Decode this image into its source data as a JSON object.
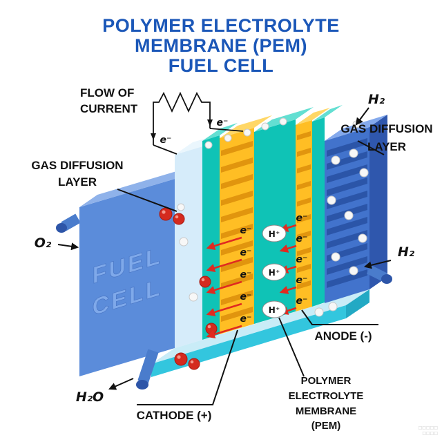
{
  "title": {
    "line1": "POLYMER ELECTROLYTE",
    "line2": "MEMBRANE (PEM)",
    "line3": "FUEL CELL"
  },
  "labels": {
    "flow_of_current_line1": "FLOW OF",
    "flow_of_current_line2": "CURRENT",
    "gas_diffusion_line1": "GAS DIFFUSION",
    "gas_diffusion_line2": "LAYER",
    "hydrogen": "H₂",
    "oxygen": "O₂",
    "water": "H₂O",
    "cathode": "CATHODE (+)",
    "anode": "ANODE (-)",
    "pem_line1": "POLYMER",
    "pem_line2": "ELECTROLYTE",
    "pem_line3": "MEMBRANE",
    "pem_line4": "(PEM)",
    "electron": "e⁻",
    "proton": "H⁺",
    "block_line1": "FUEL",
    "block_line2": "CELL"
  },
  "colors": {
    "title_blue": "#1b57b8",
    "block_front": "#5b8cda",
    "block_top": "#8fb2ea",
    "pipe_blue": "#4a7ccc",
    "pipe_cap": "#2d55a8",
    "pale_layer_front": "#d6ecfa",
    "pale_layer_top": "#eaf6fd",
    "teal_front": "#0fc3b6",
    "teal_top": "#63dfd2",
    "yellow_front": "#ffbe24",
    "yellow_top": "#ffd766",
    "yellow_groove": "#e1950e",
    "gdl_blue_front": "#4273cc",
    "gdl_blue_top": "#84a9ec",
    "gdl_blue_groove": "#2b55a8",
    "gdl_blue_side": "#2f57ad",
    "tray_top": "#c9ecf7",
    "tray_front": "#33c6de",
    "tray_side": "#22a9c4",
    "arrow_red": "#e02a20",
    "text_black": "#111111"
  },
  "watermark": {
    "line1": "□□□□□",
    "line2": "□□□□"
  }
}
